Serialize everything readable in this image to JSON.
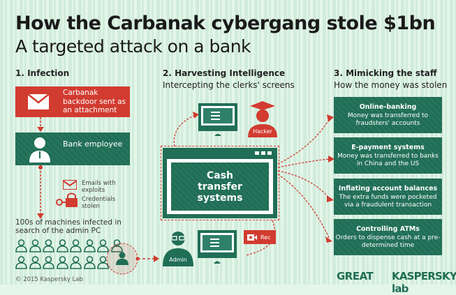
{
  "title": "How the Carbanak cybergang stole $1bn",
  "subtitle": "A targeted attack on a bank",
  "col1": {
    "heading": "1. Infection",
    "red_box": "Carbanak backdoor sent as an attachment",
    "green_box": "Bank employee",
    "emails": "Emails with exploits",
    "credentials": "Credentials stolen",
    "machines": "100s of machines infected in search of the admin PC"
  },
  "col2": {
    "heading": "2. Harvesting Intelligence",
    "subheading": "Intercepting the clerks' screens",
    "hacker": "Hacker",
    "cash": "Cash transfer systems",
    "admin": "Admin",
    "rec": "Rec"
  },
  "col3": {
    "heading": "3. Mimicking the staff",
    "subheading": "How the money was stolen",
    "items": [
      {
        "title": "Online-banking",
        "text": "Money was transferred to fraudsters' accounts"
      },
      {
        "title": "E-payment systems",
        "text": "Money was transferred to banks in China and the US"
      },
      {
        "title": "Inflating account balances",
        "text": "The extra funds were pocketed via a fraudulent transaction"
      },
      {
        "title": "Controlling ATMs",
        "text": "Orders to dispense cash at a pre-determined time"
      }
    ]
  },
  "footer": {
    "copyright": "© 2015 Kaspersky Lab",
    "logo_great": "GREAT",
    "logo_kaspersky": "KASPERSKY lab"
  },
  "colors": {
    "green": "#1f6e55",
    "red": "#d13b30",
    "background": "#e4f5ea"
  }
}
